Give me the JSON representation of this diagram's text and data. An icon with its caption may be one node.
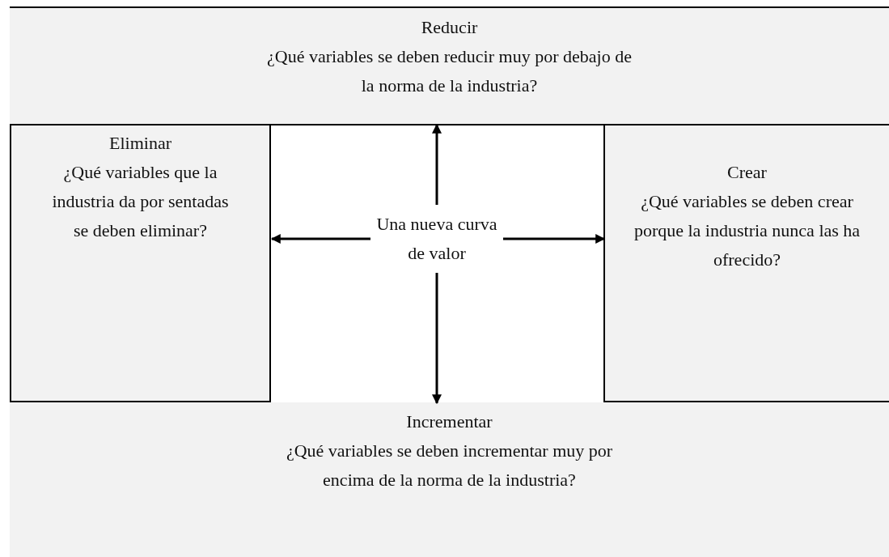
{
  "diagram": {
    "nodes": [
      {
        "text": [
          "Reducir",
          "¿Qué variables se deben reducir muy por debajo de la norma de la industria?"
        ]
      },
      {
        "text": [
          "Eliminar",
          "¿Qué variables que la industria da por sentadas se deben eliminar?"
        ]
      },
      {
        "text": [],
        "shape": "box"
      },
      {
        "text": [
          "Una nueva curva de valor"
        ],
        "in": 2
      },
      {
        "text": [
          "Crear",
          "¿Qué variables se deben crear porque la industria nunca las ha ofrecido?"
        ]
      },
      {
        "text": [
          "Incrementar",
          "¿Qué variables se deben incrementar muy por encima de la norma de la industria?"
        ]
      }
    ],
    "edges": [
      {
        "from": 3,
        "to": 0,
        "arrow": "to"
      },
      {
        "from": 3,
        "to": 1,
        "arrow": "to"
      },
      {
        "from": 3,
        "to": 4,
        "arrow": "to"
      },
      {
        "from": 3,
        "to": 5,
        "arrow": "to"
      }
    ]
  }
}
